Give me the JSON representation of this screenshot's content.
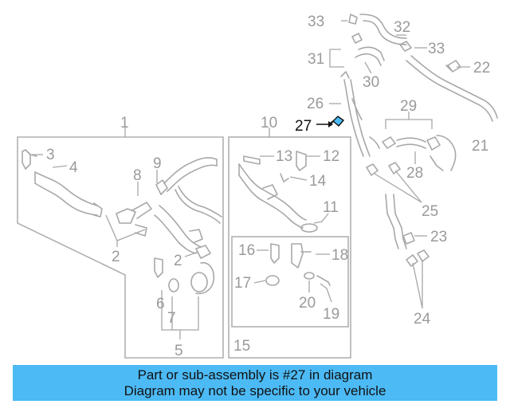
{
  "diagram": {
    "labels": {
      "l1": "1",
      "l2a": "2",
      "l2b": "2",
      "l3": "3",
      "l4": "4",
      "l5": "5",
      "l6": "6",
      "l7": "7",
      "l8": "8",
      "l9": "9",
      "l10": "10",
      "l11": "11",
      "l12": "12",
      "l13": "13",
      "l14": "14",
      "l15": "15",
      "l16": "16",
      "l17": "17",
      "l18": "18",
      "l19": "19",
      "l20": "20",
      "l21": "21",
      "l22": "22",
      "l23": "23",
      "l24": "24",
      "l25": "25",
      "l26": "26",
      "l27": "27",
      "l28": "28",
      "l29": "29",
      "l30": "30",
      "l31": "31",
      "l32": "32",
      "l33a": "33",
      "l33b": "33"
    },
    "highlighted_part": "27"
  },
  "banner": {
    "line1": "Part or sub-assembly is #27 in diagram",
    "line2": "Diagram may not be specific to your vehicle",
    "color": "#4cbaf5"
  },
  "colors": {
    "parts": "#a8a8a8",
    "labels": "#9a9a9a",
    "highlight": "#111111"
  }
}
